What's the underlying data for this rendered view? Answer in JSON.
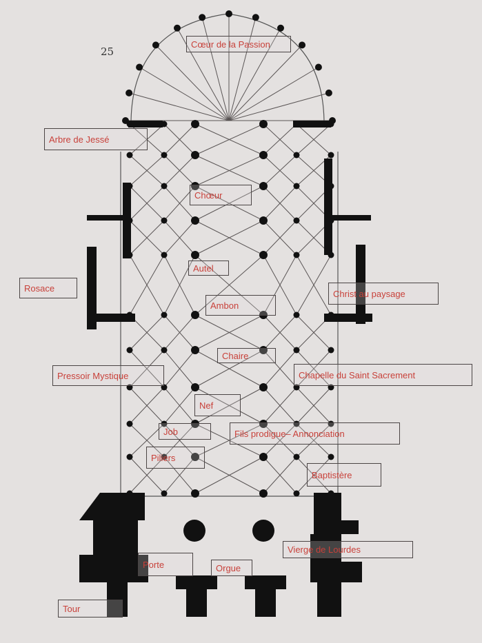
{
  "page_number": "25",
  "labels": {
    "passion": "Cœur de la Passion",
    "jesse": "Arbre de Jessé",
    "choeur": "Chœur",
    "autel": "Autel",
    "rosace": "Rosace",
    "ambon": "Ambon",
    "christ": "Christ au paysage",
    "chaire": "Chaire",
    "pressoir": "Pressoir Mystique",
    "chapelle": "Chapelle du Saint Sacrement",
    "nef": "Nef",
    "job": "Job",
    "fils": "Fils prodigue– Annonciation",
    "piliers": "Piliers",
    "baptistere": "Baptistère",
    "vierge": "Vierge de Lourdes",
    "porte": "Porte",
    "orgue": "Orgue",
    "tour": "Tour"
  }
}
